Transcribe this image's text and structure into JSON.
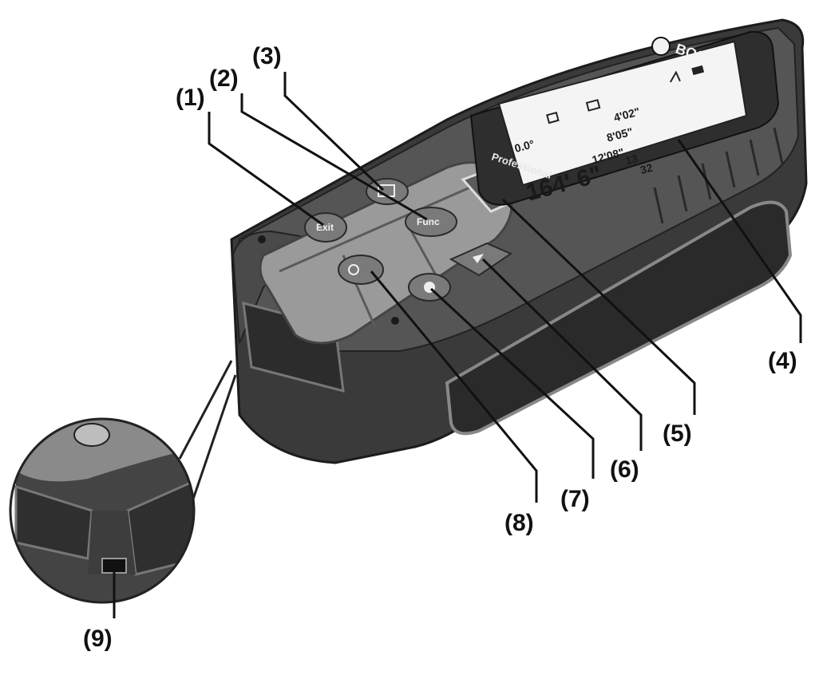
{
  "callouts": {
    "c1": "(1)",
    "c2": "(2)",
    "c3": "(3)",
    "c4": "(4)",
    "c5": "(5)",
    "c6": "(6)",
    "c7": "(7)",
    "c8": "(8)",
    "c9": "(9)"
  },
  "device": {
    "brand": "BOSCH",
    "series": "Professional",
    "buttons": {
      "exit": "Exit",
      "func": "Func"
    },
    "display": {
      "angle": "0.0°",
      "history": [
        "4'02\"",
        "8'05\"",
        "12'08\""
      ],
      "main_value": "164' 6\"",
      "main_fraction_num": "13",
      "main_fraction_den": "32"
    }
  },
  "colors": {
    "body_dark": "#3a3a3a",
    "body_mid": "#5a5a5a",
    "keypad": "#9a9a9a",
    "lcd": "#f4f4f4",
    "line": "#222222"
  }
}
